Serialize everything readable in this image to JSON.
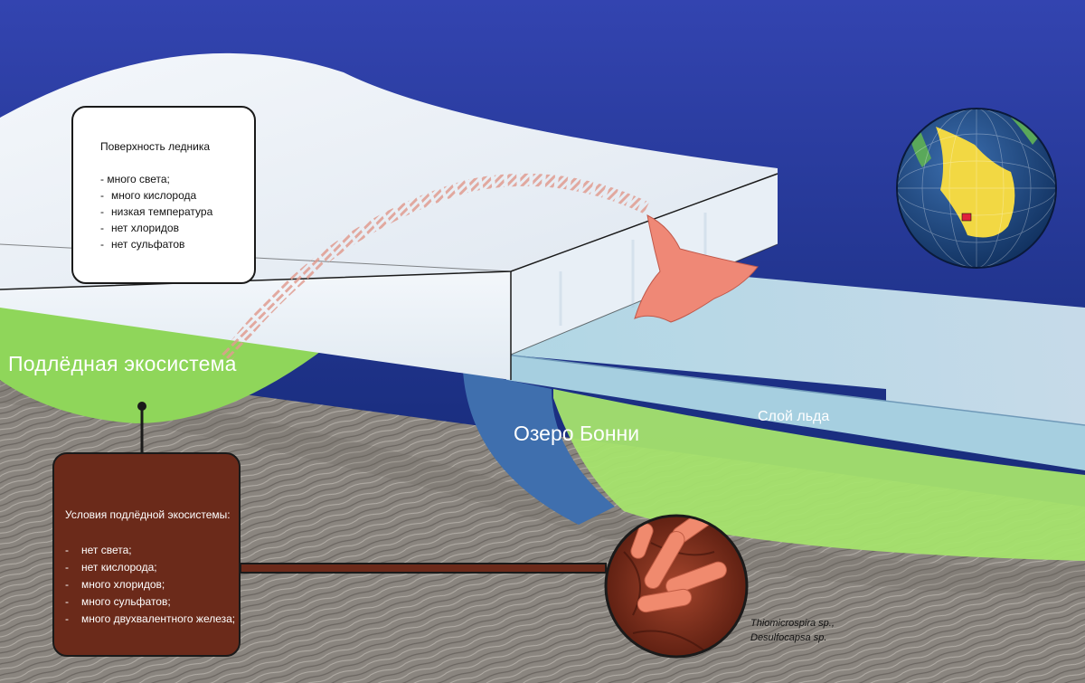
{
  "surface_box": {
    "title": "Поверхность ледника",
    "items": [
      "- много света;",
      "много кислорода",
      "низкая температура",
      "нет хлоридов",
      "нет сульфатов"
    ]
  },
  "labels": {
    "ecosystem": "Подлёдная экосистема",
    "lake": "Озеро Бонни",
    "ice_layer": "Слой льда"
  },
  "conditions_box": {
    "title": "Условия подлёдной экосистемы:",
    "items": [
      "нет света;",
      "нет кислорода;",
      "много хлоридов;",
      "много сульфатов;",
      "много двухвалентного железа;"
    ]
  },
  "species": {
    "line1": "Thiomicrospira sp.,",
    "line2": "Desulfocapsa sp."
  },
  "colors": {
    "sky": "#1a2f7a",
    "glacier": "#eef3f8",
    "ecosystem_green": "#8fd65a",
    "lake_blue": "#3f6fae",
    "sediment": "#8a857f",
    "conditions_fill": "#6b2a1a",
    "bacteria": "#e8826a"
  },
  "icons": {
    "globe": "globe-antarctica-icon",
    "microscope": "bacteria-magnifier-icon"
  }
}
